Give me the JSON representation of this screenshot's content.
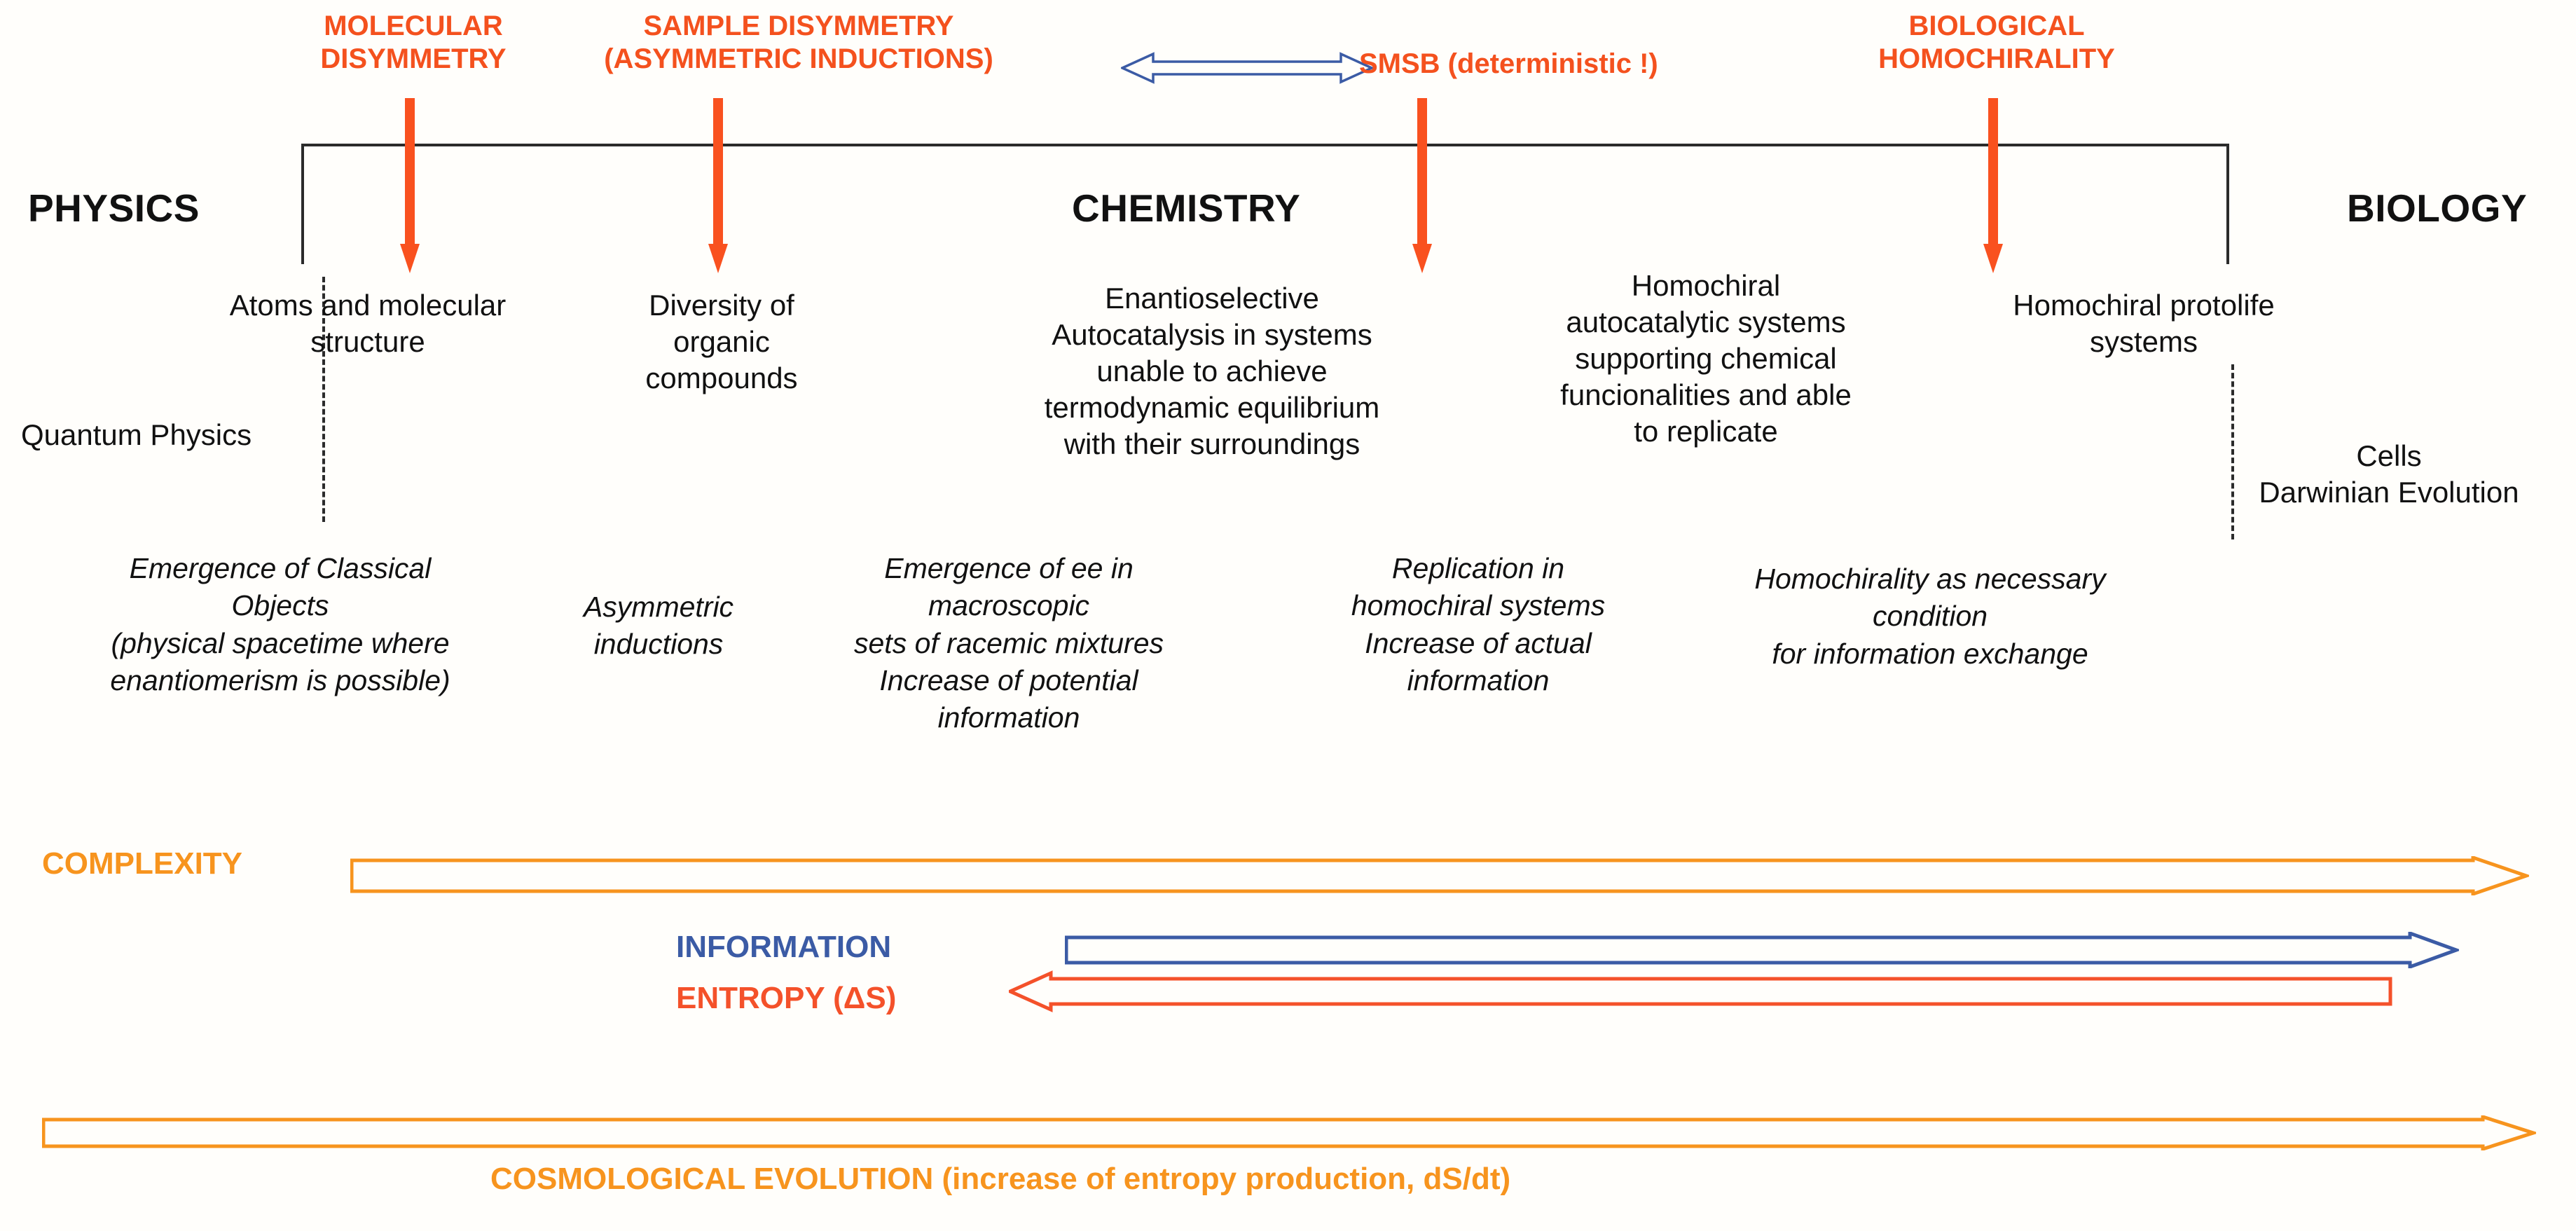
{
  "diagram": {
    "title_concepts": [
      {
        "name": "molecular-disymmetry",
        "text": "MOLECULAR\nDISYMMETRY"
      },
      {
        "name": "sample-disymmetry",
        "text": "SAMPLE DISYMMETRY\n(ASYMMETRIC INDUCTIONS)"
      },
      {
        "name": "smsb",
        "text": "SMSB (deterministic !)"
      },
      {
        "name": "biological-homochirality",
        "text": "BIOLOGICAL\nHOMOCHIRALITY"
      }
    ],
    "disciplines": [
      {
        "name": "physics",
        "label": "PHYSICS"
      },
      {
        "name": "chemistry",
        "label": "CHEMISTRY"
      },
      {
        "name": "biology",
        "label": "BIOLOGY"
      }
    ],
    "stages": [
      {
        "name": "atoms-molecular-structure",
        "text": "Atoms and molecular\nstructure"
      },
      {
        "name": "quantum-physics",
        "text": "Quantum Physics"
      },
      {
        "name": "diversity-organic-compounds",
        "text": "Diversity of\norganic\ncompounds"
      },
      {
        "name": "enantioselective-autocatalysis",
        "text": "Enantioselective\nAutocatalysis in systems\nunable to achieve\ntermodynamic equilibrium\nwith their surroundings"
      },
      {
        "name": "homochiral-autocatalytic-systems",
        "text": "Homochiral\nautocatalytic systems\nsupporting chemical\nfuncionalities and able\nto replicate"
      },
      {
        "name": "homochiral-protolife-systems",
        "text": "Homochiral protolife\nsystems"
      },
      {
        "name": "cells-darwinian-evolution",
        "text": "Cells\nDarwinian Evolution"
      }
    ],
    "annotations": [
      {
        "name": "emergence-classical-objects",
        "text": "Emergence of Classical\nObjects\n(physical spacetime where\nenantiomerism is possible)"
      },
      {
        "name": "asymmetric-inductions",
        "text": "Asymmetric\ninductions"
      },
      {
        "name": "emergence-of-ee",
        "text": "Emergence of ee in\nmacroscopic\nsets of racemic mixtures\nIncrease of potential\ninformation"
      },
      {
        "name": "replication-homochiral",
        "text": "Replication in\nhomochiral systems\nIncrease of actual\ninformation"
      },
      {
        "name": "homochirality-necessary-condition",
        "text": "Homochirality as necessary\ncondition\nfor information exchange"
      }
    ],
    "axes": [
      {
        "name": "complexity",
        "label": "COMPLEXITY",
        "color": "#f7941e",
        "direction": "right"
      },
      {
        "name": "information",
        "label": "INFORMATION",
        "color": "#3b5ba5",
        "direction": "right"
      },
      {
        "name": "entropy",
        "label": "ENTROPY (ΔS)",
        "color": "#f4512a",
        "direction": "left"
      },
      {
        "name": "cosmological-evolution",
        "label": "COSMOLOGICAL EVOLUTION (increase of entropy production, dS/dt)",
        "color": "#f7941e",
        "direction": "right"
      }
    ],
    "equivalence": {
      "name": "smsb-equivalence-arrow",
      "color": "#3b5ba5"
    },
    "colors": {
      "red_accent": "#f4511e",
      "arrow_red": "#f9511f",
      "orange": "#f7941e",
      "blue": "#3b5ba5",
      "entropy_red": "#f4512a",
      "ink": "#111111",
      "background": "#fffefb"
    }
  }
}
